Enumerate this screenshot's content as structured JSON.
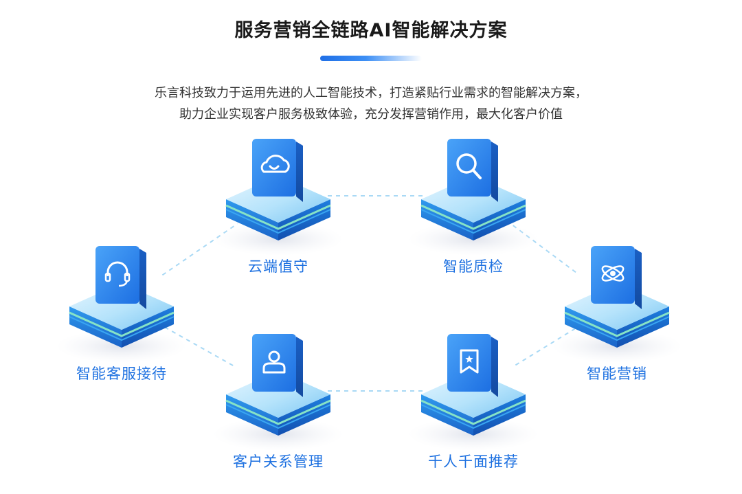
{
  "title": "服务营销全链路AI智能解决方案",
  "intro": {
    "line1": "乐言科技致力于运用先进的人工智能技术，打造紧贴行业需求的智能解决方案，",
    "line2": "助力企业实现客户服务极致体验，充分发挥营销作用，最大化客户价值"
  },
  "colors": {
    "accent": "#1b6fe0",
    "tile": "#2f86f0",
    "connector": "#a9d9f5"
  },
  "nodes": [
    {
      "id": "cloud-guard",
      "label": "云端值守",
      "icon": "cloud-icon"
    },
    {
      "id": "smart-qc",
      "label": "智能质检",
      "icon": "magnifier-icon"
    },
    {
      "id": "smart-service",
      "label": "智能客服接待",
      "icon": "headset-icon"
    },
    {
      "id": "smart-marketing",
      "label": "智能营销",
      "icon": "atom-icon"
    },
    {
      "id": "crm",
      "label": "客户关系管理",
      "icon": "user-icon"
    },
    {
      "id": "recommend",
      "label": "千人千面推荐",
      "icon": "star-bookmark-icon"
    }
  ],
  "connections": [
    [
      "smart-service",
      "cloud-guard"
    ],
    [
      "cloud-guard",
      "smart-qc"
    ],
    [
      "smart-qc",
      "smart-marketing"
    ],
    [
      "smart-service",
      "crm"
    ],
    [
      "crm",
      "recommend"
    ],
    [
      "recommend",
      "smart-marketing"
    ]
  ]
}
